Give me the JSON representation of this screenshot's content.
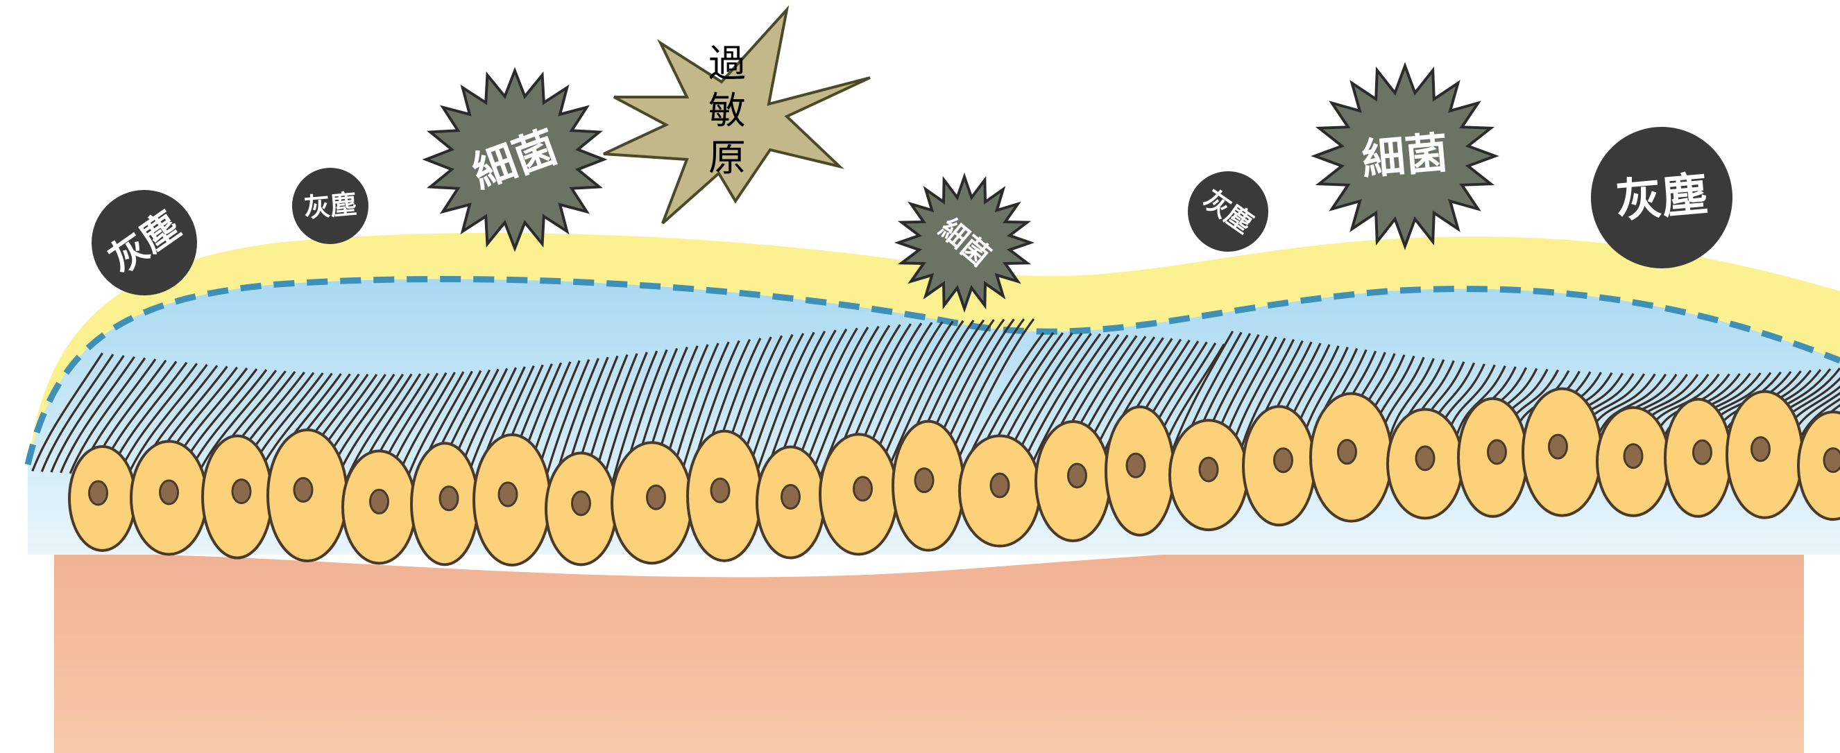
{
  "labels": {
    "dust": "灰塵",
    "bacteria": "細菌",
    "allergen_line1": "過",
    "allergen_line2": "敏",
    "allergen_line3": "原"
  },
  "colors": {
    "background": "#ffffff",
    "dermis": "#f3bc9c",
    "cell_fill": "#fbd27a",
    "cell_outline": "#4a3a2a",
    "nucleus": "#8a6a4a",
    "lipid_layer": "#fbf190",
    "moisture_layer": "#bfe3f4",
    "dashed_line": "#3f90b8",
    "dust_particle": "#3a3a3a",
    "bacteria_particle": "#6b7464",
    "allergen_particle": "#c2b88a",
    "cilia": "#3a2e28"
  }
}
